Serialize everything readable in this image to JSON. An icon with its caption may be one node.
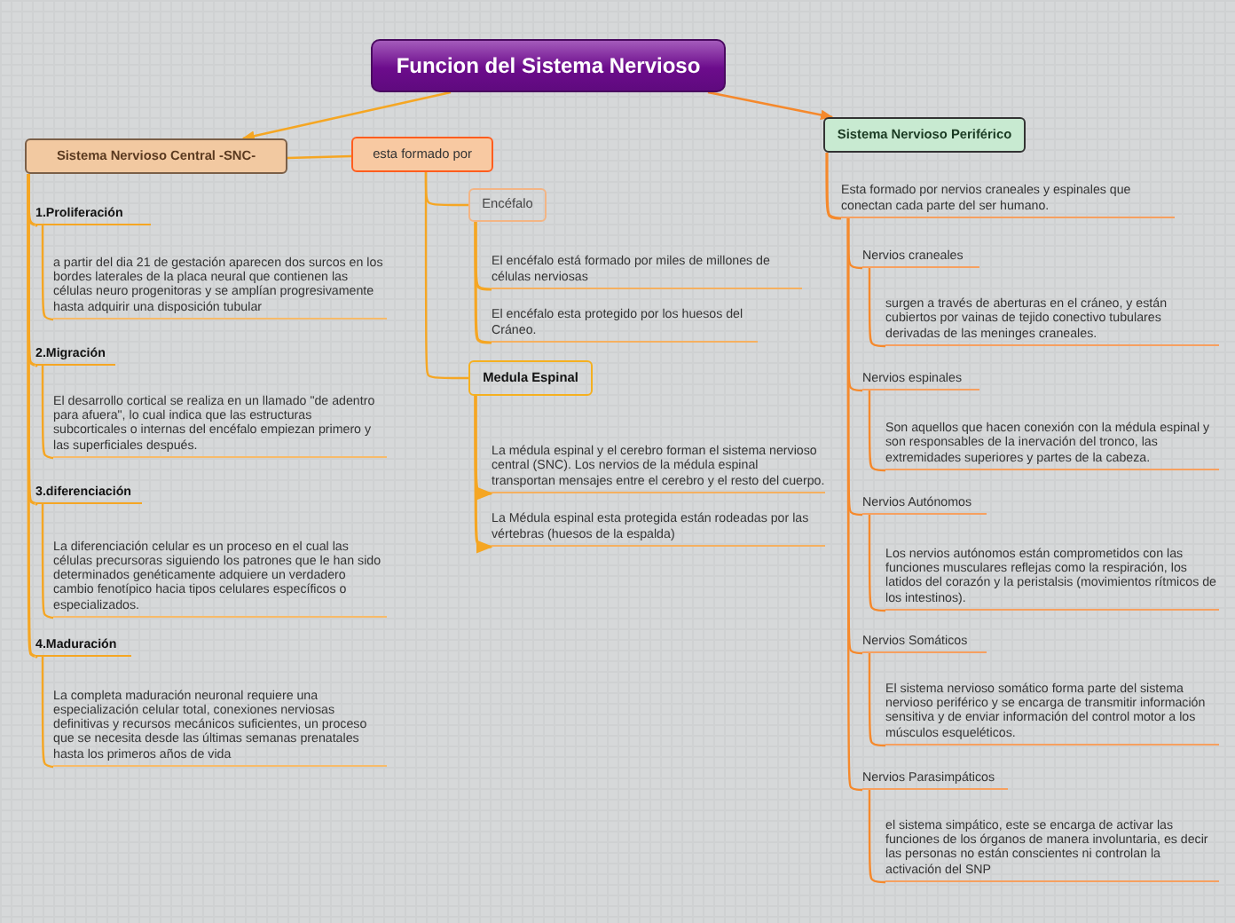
{
  "diagram": {
    "nodes": [
      {
        "text": [
          "Funcion del Sistema Nervioso"
        ]
      },
      {
        "text": [
          "Sistema Nervioso Central -SNC-"
        ]
      },
      {
        "text": [
          "esta formado por"
        ]
      },
      {
        "text": [
          "Sistema Nervioso Periférico"
        ]
      },
      {
        "text": [
          "1.Proliferación"
        ]
      },
      {
        "text": [
          "a partir del dia 21 de gestación aparecen dos surcos en los bordes laterales de la placa neural que contienen las células neuro progenitoras y se amplían progresivamente hasta adquirir una disposición tubular"
        ]
      },
      {
        "text": [
          "2.Migración"
        ]
      },
      {
        "text": [
          "El desarrollo cortical se realiza en un llamado \"de adentro para afuera\", lo cual indica que las estructuras subcorticales o internas del encéfalo empiezan primero y las superficiales después."
        ]
      },
      {
        "text": [
          "3.diferenciación"
        ]
      },
      {
        "text": [
          "La diferenciación celular es un proceso en el cual las células precursoras siguiendo los patrones que le han sido determinados genéticamente adquiere un verdadero cambio fenotípico hacia tipos celulares específicos o especializados."
        ]
      },
      {
        "text": [
          "4.Maduración"
        ]
      },
      {
        "text": [
          "La completa maduración neuronal requiere una especialización celular total, conexiones nerviosas definitivas y recursos mecánicos suficientes, un proceso que se necesita desde las últimas semanas prenatales hasta los primeros años de vida"
        ]
      },
      {
        "text": [
          "Encéfalo"
        ]
      },
      {
        "text": [
          "El encéfalo está formado por miles de millones de células nerviosas"
        ]
      },
      {
        "text": [
          "El encéfalo esta protegido por los huesos del Cráneo."
        ]
      },
      {
        "text": [
          "Medula Espinal"
        ]
      },
      {
        "text": [
          "La médula espinal y el cerebro forman el sistema nervioso central (SNC). Los nervios de la médula espinal transportan mensajes entre el cerebro y el resto del cuerpo."
        ]
      },
      {
        "text": [
          "La Médula espinal esta protegida están rodeadas por las vértebras (huesos de la espalda)"
        ]
      },
      {
        "text": [
          "Esta formado por nervios craneales y espinales que conectan cada parte del ser humano."
        ]
      },
      {
        "text": [
          "Nervios craneales"
        ]
      },
      {
        "text": [
          "surgen a través de aberturas en el cráneo, y están cubiertos por vainas de tejido conectivo tubulares derivadas de las meninges craneales."
        ]
      },
      {
        "text": [
          "Nervios espinales"
        ]
      },
      {
        "text": [
          "Son aquellos que hacen conexión con la médula espinal y son responsables de la inervación del tronco, las extremidades superiores y partes de la cabeza."
        ]
      },
      {
        "text": [
          "Nervios Autónomos"
        ]
      },
      {
        "text": [
          "Los nervios autónomos están comprometidos con las funciones musculares reflejas como la respiración, los latidos del corazón y la peristalsis (movimientos rítmicos de los intestinos)."
        ]
      },
      {
        "text": [
          "Nervios Somáticos"
        ]
      },
      {
        "text": [
          "El sistema nervioso somático forma parte del sistema nervioso periférico y se encarga de transmitir información sensitiva y de enviar información del control motor a los músculos esqueléticos."
        ]
      },
      {
        "text": [
          "Nervios Parasimpáticos"
        ]
      },
      {
        "text": [
          "el sistema simpático, este se encarga de activar las funciones de los órganos de manera involuntaria, es decir las personas no están conscientes ni controlan la activación del SNP"
        ]
      }
    ],
    "edges": [
      {
        "from": 0,
        "to": 1,
        "arrow": "to"
      },
      {
        "from": 0,
        "to": 3,
        "arrow": "to",
        "color": "#f5892c"
      },
      {
        "from": 1,
        "to": 2,
        "arrow": "none"
      },
      {
        "from": 1,
        "to": 4,
        "arrow": "none"
      },
      {
        "from": 4,
        "to": 5,
        "arrow": "none"
      },
      {
        "from": 1,
        "to": 6,
        "arrow": "none"
      },
      {
        "from": 6,
        "to": 7,
        "arrow": "none"
      },
      {
        "from": 1,
        "to": 8,
        "arrow": "none"
      },
      {
        "from": 8,
        "to": 9,
        "arrow": "none"
      },
      {
        "from": 1,
        "to": 10,
        "arrow": "none"
      },
      {
        "from": 10,
        "to": 11,
        "arrow": "none"
      },
      {
        "from": 2,
        "to": 12,
        "arrow": "none"
      },
      {
        "from": 12,
        "to": 13,
        "arrow": "none"
      },
      {
        "from": 12,
        "to": 14,
        "arrow": "none"
      },
      {
        "from": 2,
        "to": 15,
        "arrow": "none"
      },
      {
        "from": 15,
        "to": 16,
        "arrow": "to"
      },
      {
        "from": 15,
        "to": 17,
        "arrow": "to"
      },
      {
        "from": 3,
        "to": 18,
        "arrow": "none",
        "color": "#f5892c"
      },
      {
        "from": 18,
        "to": 19,
        "arrow": "none",
        "color": "#f5892c"
      },
      {
        "from": 19,
        "to": 20,
        "arrow": "none",
        "color": "#f5892c"
      },
      {
        "from": 18,
        "to": 21,
        "arrow": "none",
        "color": "#f5892c"
      },
      {
        "from": 21,
        "to": 22,
        "arrow": "none",
        "color": "#f5892c"
      },
      {
        "from": 18,
        "to": 23,
        "arrow": "none",
        "color": "#f5892c"
      },
      {
        "from": 23,
        "to": 24,
        "arrow": "none",
        "color": "#f5892c"
      },
      {
        "from": 18,
        "to": 25,
        "arrow": "none",
        "color": "#f5892c"
      },
      {
        "from": 25,
        "to": 26,
        "arrow": "none",
        "color": "#f5892c"
      },
      {
        "from": 18,
        "to": 27,
        "arrow": "none",
        "color": "#f5892c"
      },
      {
        "from": 27,
        "to": 28,
        "arrow": "none",
        "color": "#f5892c"
      }
    ]
  }
}
